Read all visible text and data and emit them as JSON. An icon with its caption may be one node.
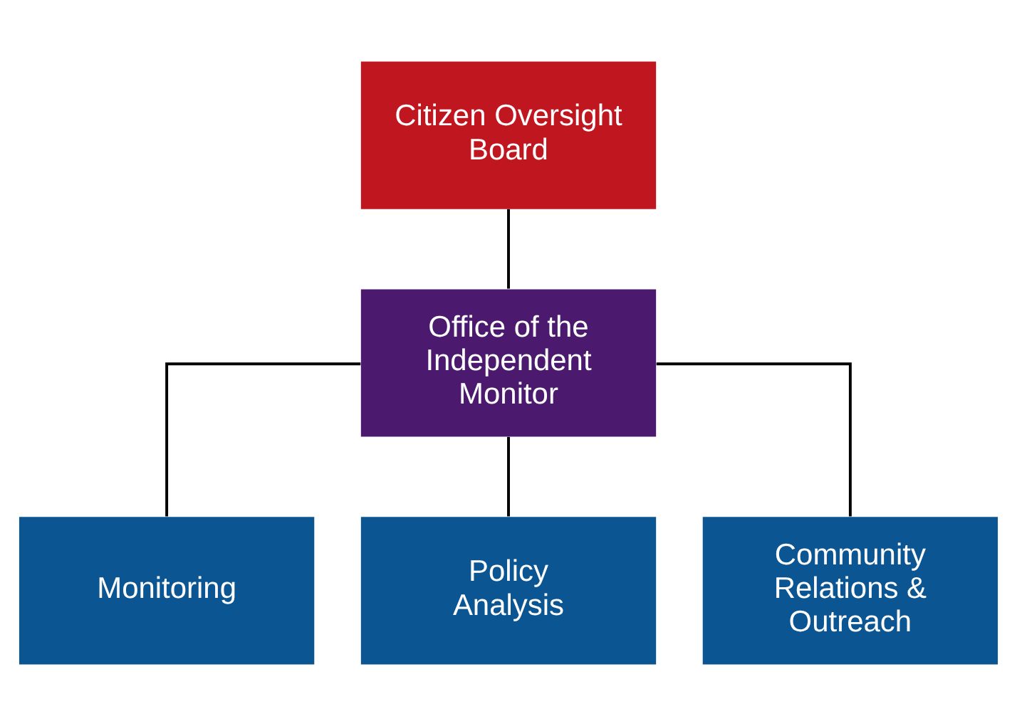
{
  "diagram": {
    "nodes": [
      {
        "text": [
          "Citizen Oversight Board"
        ]
      },
      {
        "text": [
          "Office of the Independent Monitor"
        ]
      },
      {
        "text": [
          "Monitoring"
        ]
      },
      {
        "text": [
          "Policy Analysis"
        ]
      },
      {
        "text": [
          "Community Relations & Outreach"
        ]
      }
    ],
    "edges": [
      {
        "from": 0,
        "to": 1,
        "arrow": "none"
      },
      {
        "from": 1,
        "to": 2,
        "arrow": "none"
      },
      {
        "from": 1,
        "to": 3,
        "arrow": "none"
      },
      {
        "from": 1,
        "to": 4,
        "arrow": "none"
      }
    ]
  }
}
